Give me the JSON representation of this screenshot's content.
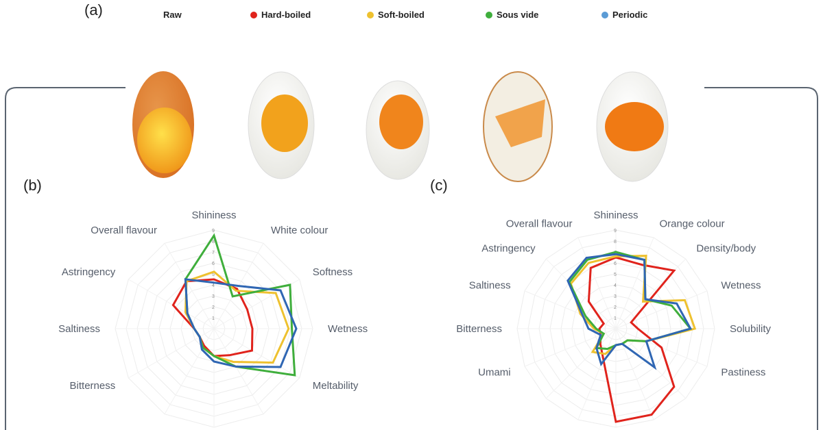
{
  "panels": {
    "a": "(a)",
    "b": "(b)",
    "c": "(c)"
  },
  "legend": [
    {
      "label": "Raw",
      "color": null
    },
    {
      "label": "Hard-boiled",
      "color": "#e0231c"
    },
    {
      "label": "Soft-boiled",
      "color": "#eec12f"
    },
    {
      "label": "Sous vide",
      "color": "#3fae3c"
    },
    {
      "label": "Periodic",
      "color": "#2f66b3"
    }
  ],
  "chart_data": [
    {
      "type": "radar",
      "title": "(b)",
      "range": [
        0,
        9
      ],
      "ticks": [
        "1",
        "2",
        "3",
        "4",
        "5",
        "6",
        "7",
        "8",
        "9"
      ],
      "axes": [
        "Shininess",
        "White colour",
        "Softness",
        "Wetness",
        "Meltability",
        "",
        "",
        "",
        "Bitterness",
        "Saltiness",
        "Astringency",
        "Overall flavour"
      ],
      "series": [
        {
          "name": "Hard-boiled",
          "color": "#e0231c",
          "values": [
            4.5,
            4.2,
            3.5,
            3.5,
            4.0,
            2.8,
            2.5,
            1.8,
            1.5,
            1.8,
            4.3,
            5.0
          ]
        },
        {
          "name": "Soft-boiled",
          "color": "#eec12f",
          "values": [
            5.2,
            4.0,
            6.5,
            6.8,
            6.2,
            3.5,
            2.5,
            2.0,
            1.5,
            1.8,
            3.0,
            5.0
          ]
        },
        {
          "name": "Sous vide",
          "color": "#3fae3c",
          "values": [
            8.5,
            3.4,
            8.0,
            7.1,
            8.5,
            4.0,
            2.5,
            2.0,
            1.5,
            1.8,
            2.8,
            5.2
          ]
        },
        {
          "name": "Periodic",
          "color": "#2f66b3",
          "values": [
            4.2,
            4.5,
            7.0,
            7.5,
            7.0,
            4.0,
            3.0,
            2.2,
            1.5,
            1.8,
            2.8,
            5.2
          ]
        }
      ]
    },
    {
      "type": "radar",
      "title": "(c)",
      "range": [
        0,
        9
      ],
      "ticks": [
        "1",
        "2",
        "3",
        "4",
        "5",
        "6",
        "7",
        "8",
        "9"
      ],
      "axes": [
        "Shininess",
        "Orange colour",
        "Density/body",
        "Wetness",
        "Solubility",
        "Pastiness",
        "",
        "",
        "",
        "",
        "",
        "Umami",
        "Bitterness",
        "Saltiness",
        "Astringency",
        "Overall flavour"
      ],
      "series": [
        {
          "name": "Hard-boiled",
          "color": "#e0231c",
          "values": [
            6.5,
            6.3,
            7.5,
            1.5,
            2.0,
            4.5,
            7.5,
            8.5,
            8.5,
            3.0,
            2.0,
            1.5,
            1.5,
            1.2,
            3.5,
            6.0
          ]
        },
        {
          "name": "Soft-boiled",
          "color": "#eec12f",
          "values": [
            6.6,
            7.2,
            3.5,
            6.8,
            7.2,
            3.0,
            1.5,
            1.5,
            1.5,
            2.5,
            3.0,
            1.2,
            2.0,
            3.5,
            5.8,
            6.5
          ]
        },
        {
          "name": "Sous vide",
          "color": "#3fae3c",
          "values": [
            7.0,
            6.8,
            3.8,
            5.5,
            6.8,
            3.0,
            1.5,
            1.5,
            1.5,
            2.0,
            2.5,
            1.2,
            1.8,
            3.0,
            6.0,
            6.8
          ]
        },
        {
          "name": "Periodic",
          "color": "#2f66b3",
          "values": [
            6.8,
            6.8,
            3.8,
            6.0,
            6.8,
            3.0,
            5.0,
            1.5,
            1.5,
            3.5,
            2.5,
            1.5,
            2.5,
            3.3,
            6.2,
            7.0
          ]
        }
      ]
    }
  ]
}
